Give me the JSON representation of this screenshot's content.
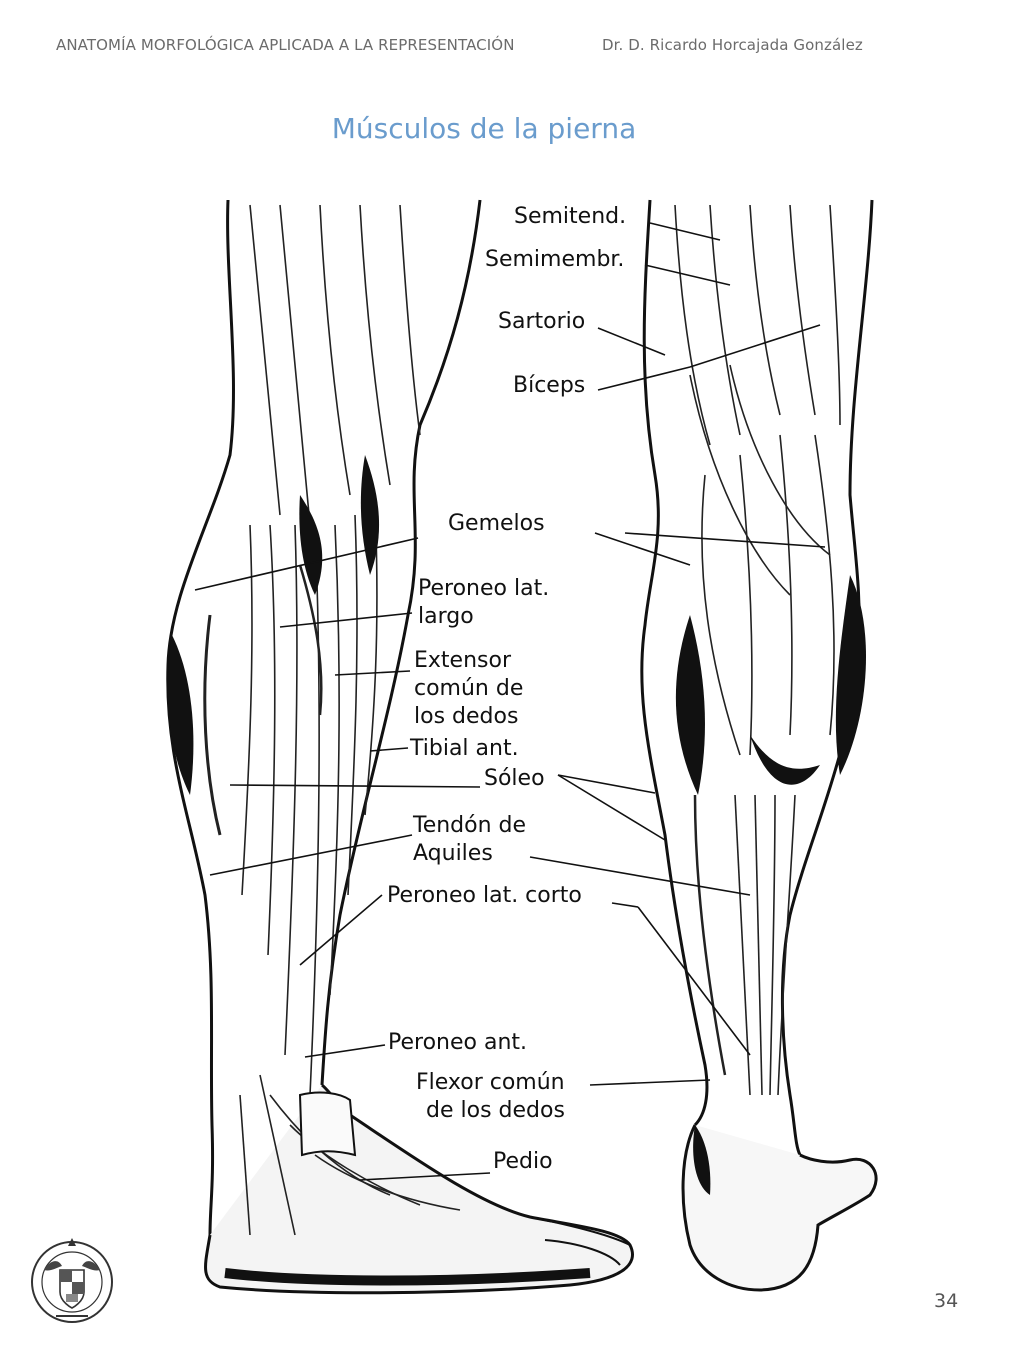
{
  "header": {
    "course": "ANATOMÍA MORFOLÓGICA APLICADA A LA REPRESENTACIÓN",
    "author": "Dr. D. Ricardo Horcajada González"
  },
  "title": "Músculos de la pierna",
  "figure": {
    "labels": {
      "semitend": "Semitend.",
      "semimembr": "Semimembr.",
      "sartorio": "Sartorio",
      "biceps": "Bíceps",
      "gemelos": "Gemelos",
      "peroneo_largo_1": "Peroneo lat.",
      "peroneo_largo_2": "largo",
      "extensor_1": "Extensor",
      "extensor_2": "común de",
      "extensor_3": "los dedos",
      "tibial": "Tibial ant.",
      "soleo": "Sóleo",
      "aquiles_1": "Tendón de",
      "aquiles_2": "Aquiles",
      "peroneo_corto": "Peroneo lat. corto",
      "peroneo_ant": "Peroneo ant.",
      "flexor_1": "Flexor común",
      "flexor_2": "de los dedos",
      "pedio": "Pedio"
    }
  },
  "page_number": "34",
  "colors": {
    "title": "#6a9ccd",
    "header": "#6b6b6b",
    "ink": "#111111"
  },
  "icons": {
    "seal": "university-seal-icon"
  }
}
